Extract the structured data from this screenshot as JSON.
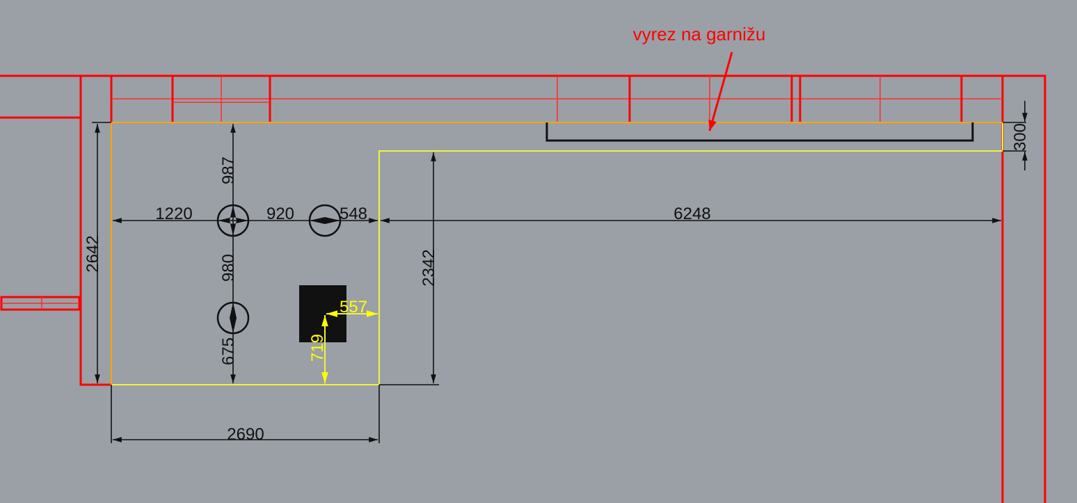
{
  "annotation": {
    "text": "vyrez na garnižu",
    "color": "#ff0000"
  },
  "dimensions": {
    "overall_depth": "2642",
    "top_to_hob_center": "987",
    "hob_to_sink": "980",
    "sink_to_front": "675",
    "left_to_hob": "1220",
    "hob_to_sink_horizontal": "920",
    "sink_to_edge": "548",
    "long_run": "6248",
    "island_depth": "2342",
    "island_width": "2690",
    "counter_depth": "300",
    "appliance_x": "557",
    "appliance_y": "719"
  },
  "colors": {
    "background": "#9aa0a6",
    "walls": "#ff0000",
    "outline": "#f2f23a",
    "dims": "#111111"
  }
}
